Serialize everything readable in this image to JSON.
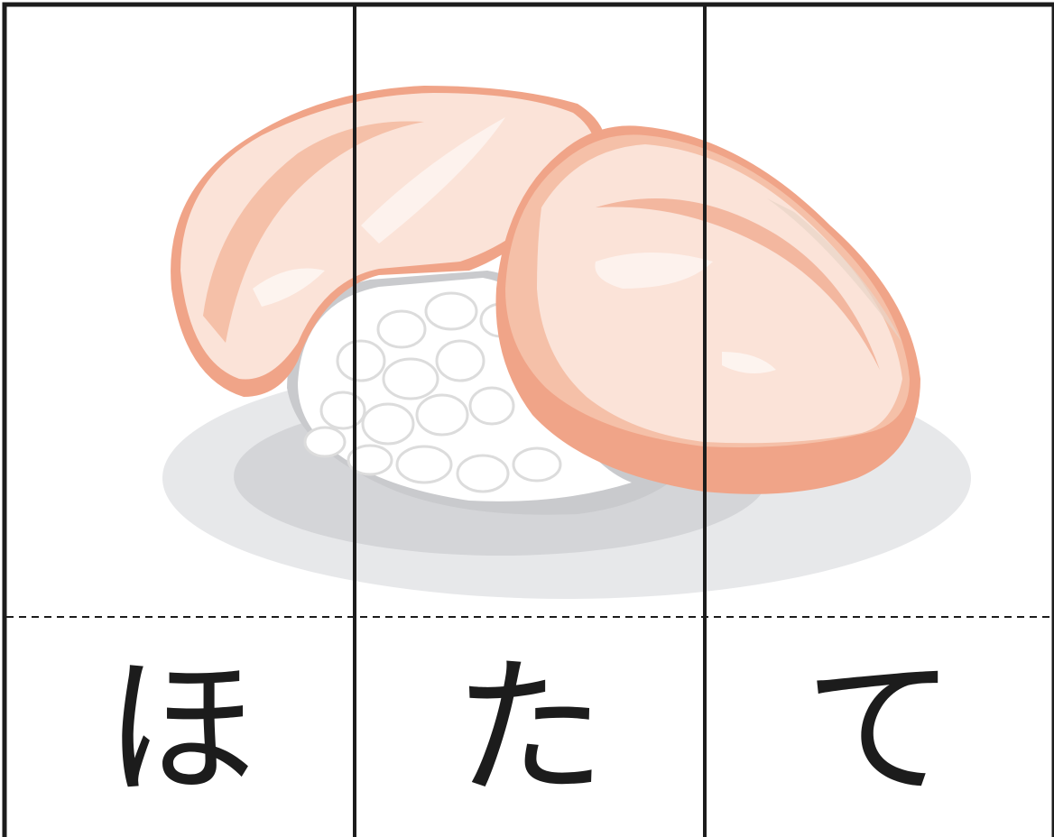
{
  "puzzle": {
    "letters": [
      "ほ",
      "た",
      "て"
    ]
  },
  "illustration": {
    "subject": "scallop-nigiri-sushi-icon",
    "colors": {
      "topping_light": "#fbe3d8",
      "topping_mid": "#f5c0a8",
      "topping_dark": "#f0a488",
      "rice": "#ffffff",
      "rice_shadow": "#e2e2e2",
      "plate_outer": "#e7e8ea",
      "plate_inner": "#d4d5d8",
      "lines": "#1c1c1c"
    }
  }
}
